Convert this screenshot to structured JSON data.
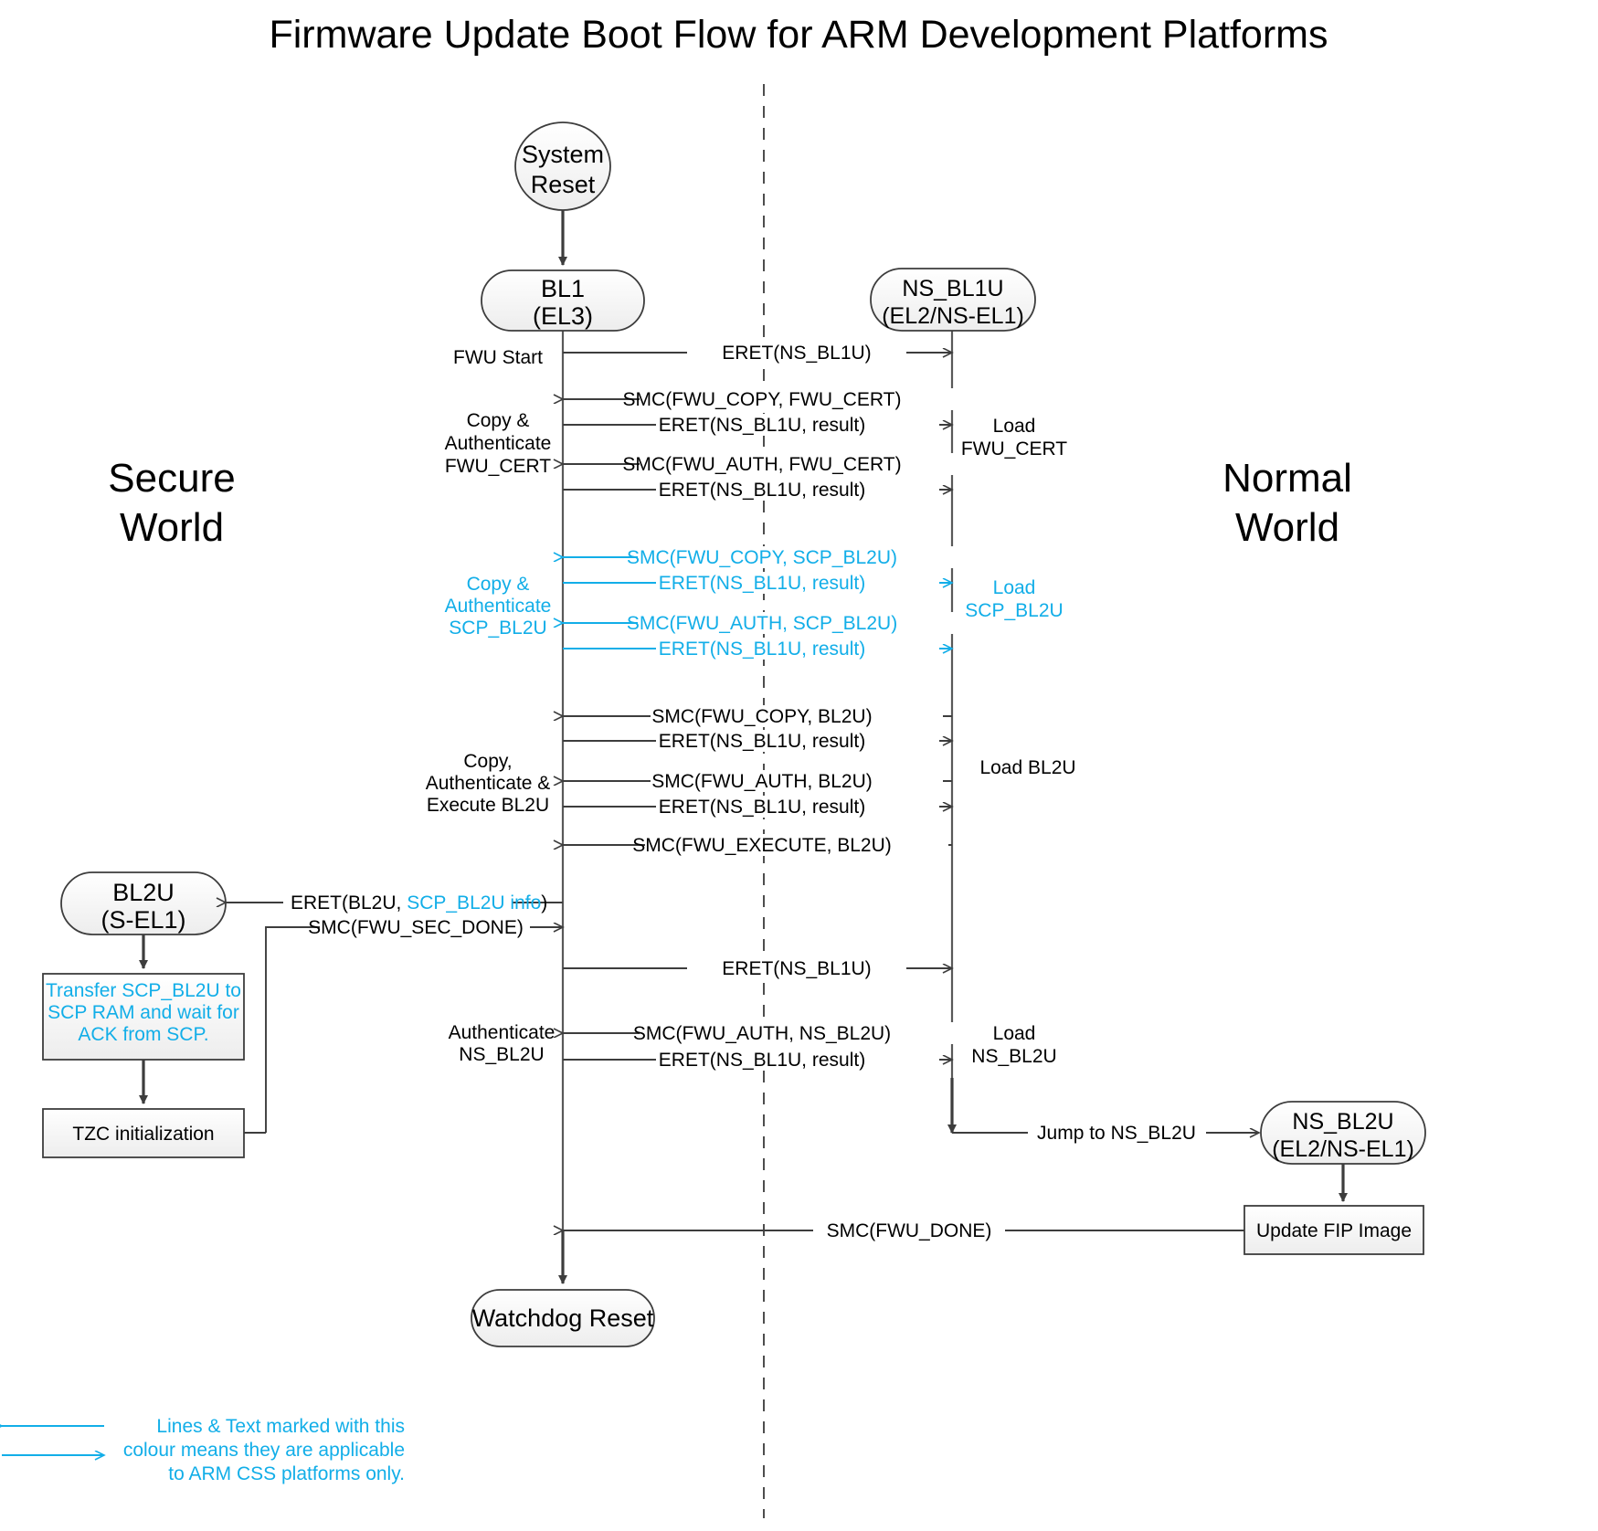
{
  "title": "Firmware Update Boot Flow for ARM Development Platforms",
  "colors": {
    "accent_cyan": "#12AEE8",
    "line_dark": "#3d3d3d",
    "node_fill": "#f4f4f4"
  },
  "worlds": {
    "secure_line1": "Secure",
    "secure_line2": "World",
    "normal_line1": "Normal",
    "normal_line2": "World"
  },
  "nodes": {
    "system_reset_l1": "System",
    "system_reset_l2": "Reset",
    "bl1_l1": "BL1",
    "bl1_l2": "(EL3)",
    "ns_bl1u_l1": "NS_BL1U",
    "ns_bl1u_l2": "(EL2/NS-EL1)",
    "bl2u_l1": "BL2U",
    "bl2u_l2": "(S-EL1)",
    "ns_bl2u_l1": "NS_BL2U",
    "ns_bl2u_l2": "(EL2/NS-EL1)",
    "watchdog_reset": "Watchdog Reset",
    "transfer_box_l1": "Transfer SCP_BL2U to",
    "transfer_box_l2": "SCP RAM and wait for",
    "transfer_box_l3": "ACK from SCP.",
    "tzc_box": "TZC initialization",
    "update_fip_box": "Update FIP Image"
  },
  "left_labels": [
    {
      "id": "fwu-start",
      "lines": [
        "FWU Start"
      ],
      "color": "black"
    },
    {
      "id": "copy-auth-fwu-cert",
      "lines": [
        "Copy &",
        "Authenticate",
        "FWU_CERT"
      ],
      "color": "black"
    },
    {
      "id": "copy-auth-scp-bl2u",
      "lines": [
        "Copy &",
        "Authenticate",
        "SCP_BL2U"
      ],
      "color": "cyan"
    },
    {
      "id": "copy-auth-exec-bl2u",
      "lines": [
        "Copy,",
        "Authenticate &",
        "Execute BL2U"
      ],
      "color": "black"
    },
    {
      "id": "authenticate-ns-bl2u",
      "lines": [
        "Authenticate",
        "NS_BL2U"
      ],
      "color": "black"
    }
  ],
  "right_labels": [
    {
      "id": "load-fwu-cert",
      "lines": [
        "Load",
        "FWU_CERT"
      ],
      "color": "black"
    },
    {
      "id": "load-scp-bl2u",
      "lines": [
        "Load",
        "SCP_BL2U"
      ],
      "color": "cyan"
    },
    {
      "id": "load-bl2u",
      "lines": [
        "Load BL2U"
      ],
      "color": "black"
    },
    {
      "id": "load-ns-bl2u",
      "lines": [
        "Load",
        "NS_BL2U"
      ],
      "color": "black"
    }
  ],
  "messages": [
    {
      "id": "m1",
      "label": "ERET(NS_BL1U)",
      "dir": "right",
      "color": "black"
    },
    {
      "id": "m2",
      "label": "SMC(FWU_COPY, FWU_CERT)",
      "dir": "left",
      "color": "black"
    },
    {
      "id": "m3",
      "label": "ERET(NS_BL1U, result)",
      "dir": "right",
      "color": "black"
    },
    {
      "id": "m4",
      "label": "SMC(FWU_AUTH, FWU_CERT)",
      "dir": "left",
      "color": "black"
    },
    {
      "id": "m5",
      "label": "ERET(NS_BL1U, result)",
      "dir": "right",
      "color": "black"
    },
    {
      "id": "m6",
      "label": "SMC(FWU_COPY, SCP_BL2U)",
      "dir": "left",
      "color": "cyan"
    },
    {
      "id": "m7",
      "label": "ERET(NS_BL1U, result)",
      "dir": "right",
      "color": "cyan"
    },
    {
      "id": "m8",
      "label": "SMC(FWU_AUTH, SCP_BL2U)",
      "dir": "left",
      "color": "cyan"
    },
    {
      "id": "m9",
      "label": "ERET(NS_BL1U, result)",
      "dir": "right",
      "color": "cyan"
    },
    {
      "id": "m10",
      "label": "SMC(FWU_COPY, BL2U)",
      "dir": "left",
      "color": "black"
    },
    {
      "id": "m11",
      "label": "ERET(NS_BL1U, result)",
      "dir": "right",
      "color": "black"
    },
    {
      "id": "m12",
      "label": "SMC(FWU_AUTH, BL2U)",
      "dir": "left",
      "color": "black"
    },
    {
      "id": "m13",
      "label": "ERET(NS_BL1U, result)",
      "dir": "right",
      "color": "black"
    },
    {
      "id": "m14",
      "label": "SMC(FWU_EXECUTE, BL2U)",
      "dir": "left",
      "color": "black"
    },
    {
      "id": "m16",
      "label": "ERET(NS_BL1U)",
      "dir": "right",
      "color": "black"
    },
    {
      "id": "m17",
      "label": "SMC(FWU_AUTH, NS_BL2U)",
      "dir": "left",
      "color": "black"
    },
    {
      "id": "m18",
      "label": "ERET(NS_BL1U, result)",
      "dir": "right",
      "color": "black"
    }
  ],
  "special_messages": {
    "eret_bl2u_prefix": "ERET(BL2U, ",
    "eret_bl2u_cyan": "SCP_BL2U info",
    "eret_bl2u_suffix": ")",
    "smc_fwu_sec_done": "SMC(FWU_SEC_DONE)",
    "jump_to_ns_bl2u": "Jump to NS_BL2U",
    "smc_fwu_done": "SMC(FWU_DONE)"
  },
  "legend": {
    "line1": "Lines & Text marked with this",
    "line2": "colour means they are applicable",
    "line3": "to ARM CSS platforms only."
  }
}
